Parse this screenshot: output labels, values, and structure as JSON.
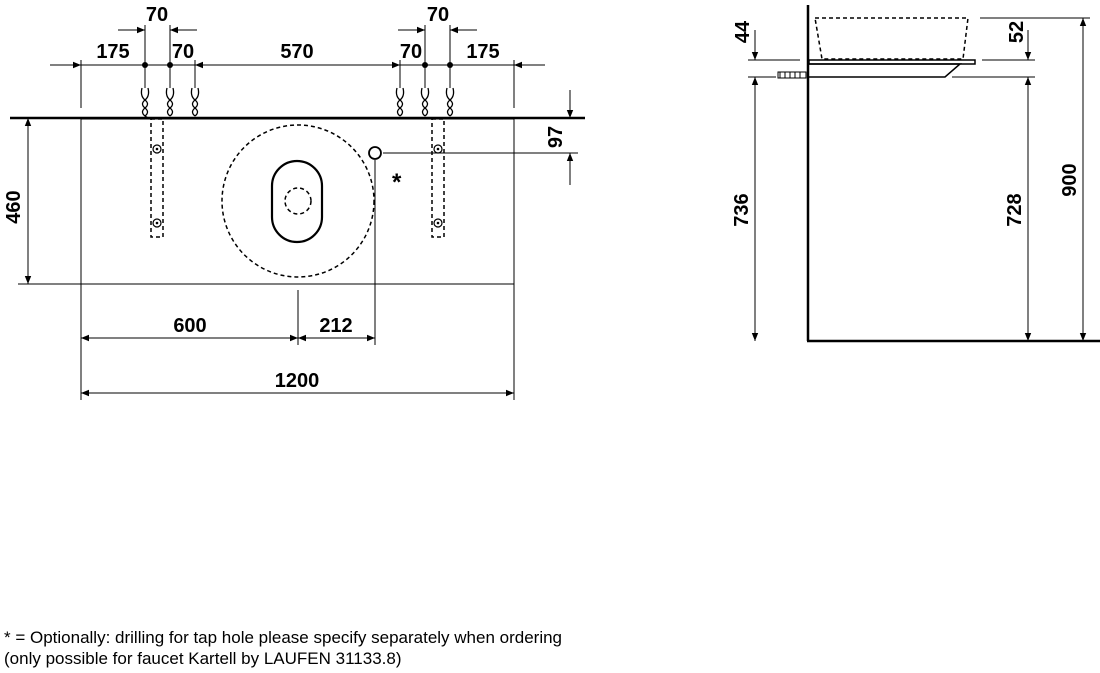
{
  "front_view": {
    "top_dims": [
      "70",
      "70",
      "175",
      "70",
      "570",
      "70",
      "175"
    ],
    "height_dim": "460",
    "tap_offset_dim": "97",
    "tap_marker": "*",
    "bottom_dims": [
      "600",
      "212"
    ],
    "total_width_dim": "1200"
  },
  "side_view": {
    "dims": [
      "44",
      "52",
      "736",
      "728",
      "900"
    ]
  },
  "footnote": {
    "line1": "* = Optionally: drilling for tap hole please specify separately when ordering",
    "line2": "(only possible for faucet Kartell by LAUFEN 31133.8)"
  }
}
